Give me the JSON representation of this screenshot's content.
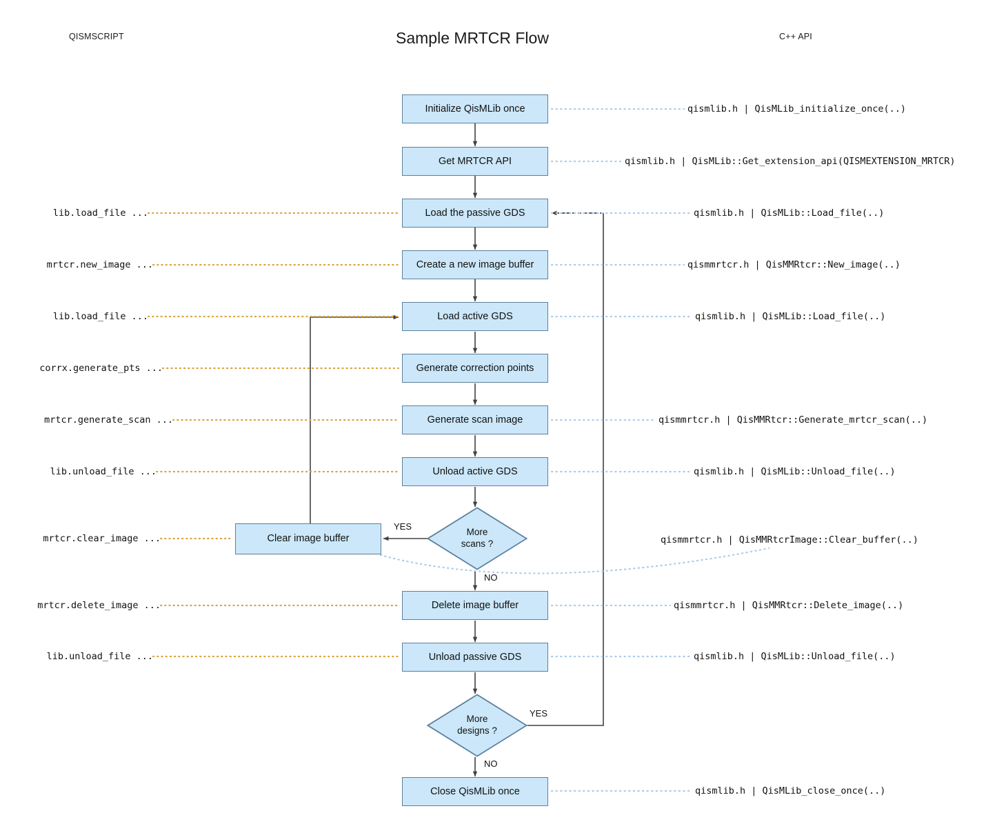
{
  "header": {
    "left": "QISMSCRIPT",
    "title": "Sample MRTCR Flow",
    "right": "C++ API"
  },
  "nodes": [
    {
      "id": "init",
      "label": "Initialize QisMLib once",
      "shape": "process"
    },
    {
      "id": "getapi",
      "label": "Get MRTCR API",
      "shape": "process"
    },
    {
      "id": "loadpassive",
      "label": "Load the passive GDS",
      "shape": "process"
    },
    {
      "id": "newbuf",
      "label": "Create a new image buffer",
      "shape": "process"
    },
    {
      "id": "loadactive",
      "label": "Load active GDS",
      "shape": "process"
    },
    {
      "id": "genpts",
      "label": "Generate correction points",
      "shape": "process"
    },
    {
      "id": "genscan",
      "label": "Generate scan image",
      "shape": "process"
    },
    {
      "id": "unloadactive",
      "label": "Unload active GDS",
      "shape": "process"
    },
    {
      "id": "morescans",
      "label": "More\nscans ?",
      "shape": "decision"
    },
    {
      "id": "clearbuf",
      "label": "Clear image buffer",
      "shape": "process"
    },
    {
      "id": "delimg",
      "label": "Delete image buffer",
      "shape": "process"
    },
    {
      "id": "unloadpass",
      "label": "Unload passive GDS",
      "shape": "process"
    },
    {
      "id": "moredesigns",
      "label": "More\ndesigns ?",
      "shape": "decision"
    },
    {
      "id": "close",
      "label": "Close QisMLib once",
      "shape": "process"
    }
  ],
  "node_labels": {
    "init": "Initialize QisMLib once",
    "getapi": "Get MRTCR API",
    "loadpassive": "Load the passive GDS",
    "newbuf": "Create a new image buffer",
    "loadactive": "Load active GDS",
    "genpts": "Generate correction points",
    "genscan": "Generate scan image",
    "unloadactive": "Unload active GDS",
    "morescans_l1": "More",
    "morescans_l2": "scans ?",
    "clearbuf": "Clear image buffer",
    "delimg": "Delete image buffer",
    "unloadpass": "Unload passive GDS",
    "moredesigns_l1": "More",
    "moredesigns_l2": "designs ?",
    "close": "Close QisMLib once"
  },
  "script_labels": {
    "loadpassive": "lib.load_file ...",
    "newbuf": "mrtcr.new_image ...",
    "loadactive": "lib.load_file ...",
    "genpts": "corrx.generate_pts ...",
    "genscan": "mrtcr.generate_scan ...",
    "unloadactive": "lib.unload_file ...",
    "clearbuf": "mrtcr.clear_image ...",
    "delimg": "mrtcr.delete_image ...",
    "unloadpass": "lib.unload_file ..."
  },
  "api_labels": {
    "init": "qismlib.h | QisMLib_initialize_once(..)",
    "getapi": "qismlib.h | QisMLib::Get_extension_api(QISMEXTENSION_MRTCR)",
    "loadpassive": "qismlib.h | QisMLib::Load_file(..)",
    "newbuf": "qismmrtcr.h | QisMMRtcr::New_image(..)",
    "loadactive": "qismlib.h | QisMLib::Load_file(..)",
    "genscan": "qismmrtcr.h | QisMMRtcr::Generate_mrtcr_scan(..)",
    "unloadactive": "qismlib.h | QisMLib::Unload_file(..)",
    "clearbuf": "qismmrtcr.h | QisMMRtcrImage::Clear_buffer(..)",
    "delimg": "qismmrtcr.h | QisMMRtcr::Delete_image(..)",
    "unloadpass": "qismlib.h | QisMLib::Unload_file(..)",
    "close": "qismlib.h | QisMLib_close_once(..)"
  },
  "edge_labels": {
    "scans_yes": "YES",
    "scans_no": "NO",
    "designs_yes": "YES",
    "designs_no": "NO"
  },
  "colors": {
    "node_fill": "#cbe7f9",
    "node_stroke": "#5b7f9c",
    "flow_line": "#404040",
    "api_dot": "#aacbe8",
    "script_dot": "#d9a441",
    "text": "#111111"
  }
}
